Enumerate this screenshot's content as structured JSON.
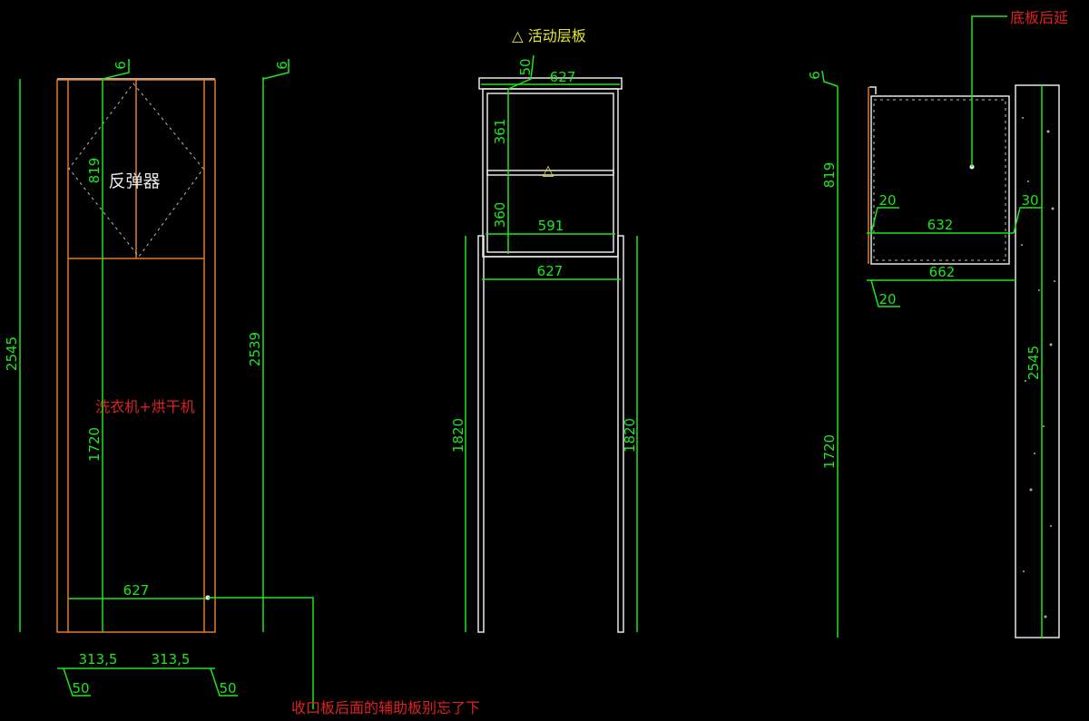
{
  "colors": {
    "dimension": "#1ee61e",
    "panel": "#e07a2a",
    "outline": "#e6e6e6",
    "note": "#e02020",
    "marker": "#e6e62a",
    "background": "#000000"
  },
  "front_view": {
    "label_rebound": "反弹器",
    "label_appliance": "洗衣机+烘干机",
    "dim_819": "819",
    "dim_1720": "1720",
    "dim_2545": "2545",
    "dim_2539": "2539",
    "dim_6a": "6",
    "dim_6b": "6",
    "dim_627": "627",
    "dim_313a": "313,5",
    "dim_313b": "313,5",
    "dim_50a": "50",
    "dim_50b": "50",
    "note_bottom": "收口板后面的辅助板别忘了下"
  },
  "rack_view": {
    "title": "△ 活动层板",
    "marker": "△",
    "dim_50": "50",
    "dim_627_top": "627",
    "dim_361": "361",
    "dim_360": "360",
    "dim_591": "591",
    "dim_627_bottom": "627",
    "dim_1820_left": "1820",
    "dim_1820_right": "1820"
  },
  "side_view": {
    "note_top": "底板后延",
    "dim_6": "6",
    "dim_819": "819",
    "dim_1720": "1720",
    "dim_2545": "2545",
    "dim_20_top": "20",
    "dim_30": "30",
    "dim_632": "632",
    "dim_662": "662",
    "dim_20_bottom": "20"
  }
}
